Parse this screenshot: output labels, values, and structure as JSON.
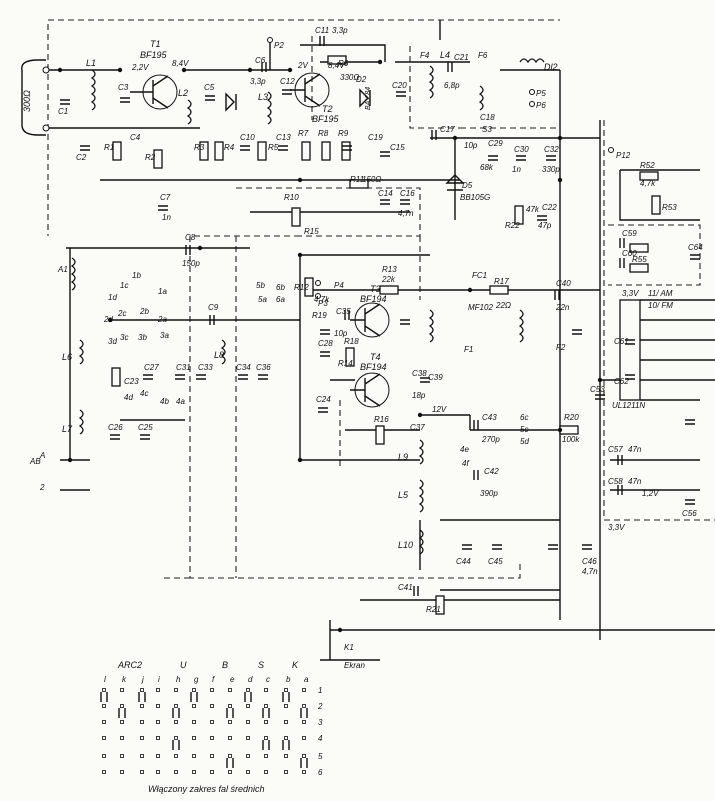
{
  "components": [
    {
      "id": "connector_300",
      "text": "300Ω"
    },
    {
      "id": "T1",
      "text": "T1"
    },
    {
      "id": "T1_type",
      "text": "BF195"
    },
    {
      "id": "T2",
      "text": "T2"
    },
    {
      "id": "T2_type",
      "text": "BF195"
    },
    {
      "id": "T3",
      "text": "T3"
    },
    {
      "id": "T3_type",
      "text": "BF194"
    },
    {
      "id": "T4",
      "text": "T4"
    },
    {
      "id": "T4_type",
      "text": "BF194"
    },
    {
      "id": "L1",
      "text": "L1"
    },
    {
      "id": "L2",
      "text": "L2"
    },
    {
      "id": "L3",
      "text": "L3"
    },
    {
      "id": "L4",
      "text": "L4"
    },
    {
      "id": "L5",
      "text": "L5"
    },
    {
      "id": "L6",
      "text": "L6"
    },
    {
      "id": "L7",
      "text": "L7"
    },
    {
      "id": "L8",
      "text": "L8"
    },
    {
      "id": "L9",
      "text": "L9"
    },
    {
      "id": "L10",
      "text": "L10"
    },
    {
      "id": "Dl2",
      "text": "Dl2"
    },
    {
      "id": "C11",
      "text": "C11"
    },
    {
      "id": "C11_val",
      "text": "3,3p"
    },
    {
      "id": "v24a",
      "text": "2,2V"
    },
    {
      "id": "v84a",
      "text": "8,4V"
    },
    {
      "id": "v2",
      "text": "2V"
    },
    {
      "id": "v84b",
      "text": "8,4V"
    },
    {
      "id": "P2",
      "text": "P2"
    },
    {
      "id": "R6",
      "text": "R6"
    },
    {
      "id": "R6_val",
      "text": "330Ω"
    },
    {
      "id": "D2",
      "text": "D2"
    },
    {
      "id": "BAY",
      "text": "BAY 84"
    },
    {
      "id": "C6",
      "text": "C6"
    },
    {
      "id": "C6_val",
      "text": "3,3p"
    },
    {
      "id": "C21",
      "text": "C21"
    },
    {
      "id": "C21_val",
      "text": "6,8p"
    },
    {
      "id": "F6",
      "text": "F6"
    },
    {
      "id": "F4",
      "text": "F4"
    },
    {
      "id": "P5",
      "text": "P5"
    },
    {
      "id": "P6",
      "text": "P6"
    },
    {
      "id": "C17",
      "text": "C17"
    },
    {
      "id": "C17_val",
      "text": "10p"
    },
    {
      "id": "C29",
      "text": "C29"
    },
    {
      "id": "C30",
      "text": "C30"
    },
    {
      "id": "C32",
      "text": "C32"
    },
    {
      "id": "v68k",
      "text": "68k"
    },
    {
      "id": "v1n",
      "text": "1n"
    },
    {
      "id": "v330a",
      "text": "330p"
    },
    {
      "id": "S3",
      "text": "S3"
    },
    {
      "id": "R11",
      "text": "R11"
    },
    {
      "id": "R11_val",
      "text": "150Ω"
    },
    {
      "id": "D5",
      "text": "D5"
    },
    {
      "id": "BB105",
      "text": "BB105G"
    },
    {
      "id": "R22",
      "text": "R22"
    },
    {
      "id": "v47a",
      "text": "47k"
    },
    {
      "id": "v47p",
      "text": "47p"
    },
    {
      "id": "R1",
      "text": "R1"
    },
    {
      "id": "R2",
      "text": "R2"
    },
    {
      "id": "R3",
      "text": "R3"
    },
    {
      "id": "R4",
      "text": "R4"
    },
    {
      "id": "R5",
      "text": "R5"
    },
    {
      "id": "C1",
      "text": "C1"
    },
    {
      "id": "C2",
      "text": "C2"
    },
    {
      "id": "C3",
      "text": "C3"
    },
    {
      "id": "C4",
      "text": "C4"
    },
    {
      "id": "C5",
      "text": "C5"
    },
    {
      "id": "C7",
      "text": "C7"
    },
    {
      "id": "C7_val",
      "text": "1n"
    },
    {
      "id": "C14",
      "text": "C14"
    },
    {
      "id": "C15",
      "text": "C15"
    },
    {
      "id": "C16",
      "text": "C16"
    },
    {
      "id": "C16_val",
      "text": "4,7n"
    },
    {
      "id": "C10",
      "text": "C10"
    },
    {
      "id": "C13",
      "text": "C13"
    },
    {
      "id": "R7",
      "text": "R7"
    },
    {
      "id": "R8",
      "text": "R8"
    },
    {
      "id": "R9",
      "text": "R9"
    },
    {
      "id": "R10",
      "text": "R10"
    },
    {
      "id": "R15",
      "text": "R15"
    },
    {
      "id": "C8",
      "text": "C8"
    },
    {
      "id": "C8_val",
      "text": "150p"
    },
    {
      "id": "A1",
      "text": "A1"
    },
    {
      "id": "R12",
      "text": "R12"
    },
    {
      "id": "R12_val",
      "text": "4,7k"
    },
    {
      "id": "R13",
      "text": "R13"
    },
    {
      "id": "R13_val",
      "text": "22k"
    },
    {
      "id": "P4",
      "text": "P4"
    },
    {
      "id": "P3",
      "text": "P3"
    },
    {
      "id": "C35",
      "text": "C35"
    },
    {
      "id": "C35_val",
      "text": "10p"
    },
    {
      "id": "FC1",
      "text": "FC1"
    },
    {
      "id": "FC1_type",
      "text": "MF102"
    },
    {
      "id": "R17",
      "text": "R17"
    },
    {
      "id": "R17_val",
      "text": "22Ω"
    },
    {
      "id": "C40",
      "text": "C40"
    },
    {
      "id": "C40_val",
      "text": "22n"
    },
    {
      "id": "F1",
      "text": "F1"
    },
    {
      "id": "F2",
      "text": "F2"
    },
    {
      "id": "C38",
      "text": "C38"
    },
    {
      "id": "C38_val",
      "text": "18p"
    },
    {
      "id": "v12",
      "text": "12V"
    },
    {
      "id": "C43",
      "text": "C43"
    },
    {
      "id": "C43_val",
      "text": "270p"
    },
    {
      "id": "C42",
      "text": "C42"
    },
    {
      "id": "C42_val",
      "text": "390p"
    },
    {
      "id": "R20",
      "text": "R20"
    },
    {
      "id": "R20_val",
      "text": "100k"
    },
    {
      "id": "C44",
      "text": "C44"
    },
    {
      "id": "C45",
      "text": "C45"
    },
    {
      "id": "C46",
      "text": "C46"
    },
    {
      "id": "C46_val",
      "text": "4,7n"
    },
    {
      "id": "R21",
      "text": "R21"
    },
    {
      "id": "C57",
      "text": "C57"
    },
    {
      "id": "C58",
      "text": "C58"
    },
    {
      "id": "C57_val",
      "text": "47n"
    },
    {
      "id": "C58_val",
      "text": "47n"
    },
    {
      "id": "C59",
      "text": "C59"
    },
    {
      "id": "C60",
      "text": "C60"
    },
    {
      "id": "C61",
      "text": "C61"
    },
    {
      "id": "C62",
      "text": "C62"
    },
    {
      "id": "C64",
      "text": "C64"
    },
    {
      "id": "C56",
      "text": "C56"
    },
    {
      "id": "C53",
      "text": "C53"
    },
    {
      "id": "R52",
      "text": "R52"
    },
    {
      "id": "R53",
      "text": "R53"
    },
    {
      "id": "R55",
      "text": "R55"
    },
    {
      "id": "P12",
      "text": "P12"
    },
    {
      "id": "v47k2",
      "text": "4,7k"
    },
    {
      "id": "ic_label",
      "text": "UL1211N"
    },
    {
      "id": "ic_pin",
      "text": "11/ AM"
    },
    {
      "id": "ic_pin2",
      "text": "10/ FM"
    },
    {
      "id": "v33",
      "text": "3,3V"
    },
    {
      "id": "v33b",
      "text": "3,3V"
    },
    {
      "id": "v12b",
      "text": "1,2V"
    },
    {
      "id": "K1",
      "text": "K1"
    },
    {
      "id": "ekran",
      "text": "Ekran"
    },
    {
      "id": "sw_ab",
      "text": "AB"
    },
    {
      "id": "sw_a_label",
      "text": "A"
    },
    {
      "id": "sw_2",
      "text": "2"
    },
    {
      "id": "R19",
      "text": "R19"
    },
    {
      "id": "R14",
      "text": "R14"
    },
    {
      "id": "C36",
      "text": "C36"
    },
    {
      "id": "C37",
      "text": "C37"
    },
    {
      "id": "C41",
      "text": "C41"
    },
    {
      "id": "C39",
      "text": "C39"
    },
    {
      "id": "C34",
      "text": "C34"
    },
    {
      "id": "C33",
      "text": "C33"
    },
    {
      "id": "C31",
      "text": "C31"
    },
    {
      "id": "C28",
      "text": "C28"
    },
    {
      "id": "C27",
      "text": "C27"
    },
    {
      "id": "C26",
      "text": "C26"
    },
    {
      "id": "C25",
      "text": "C25"
    },
    {
      "id": "C24",
      "text": "C24"
    },
    {
      "id": "C23",
      "text": "C23"
    },
    {
      "id": "C22",
      "text": "C22"
    },
    {
      "id": "C20",
      "text": "C20"
    },
    {
      "id": "C19",
      "text": "C19"
    },
    {
      "id": "C18",
      "text": "C18"
    },
    {
      "id": "C12",
      "text": "C12"
    },
    {
      "id": "C9",
      "text": "C9"
    },
    {
      "id": "R18",
      "text": "R18"
    },
    {
      "id": "R16",
      "text": "R16"
    }
  ],
  "switch_bank": {
    "headers": [
      "ARC2",
      "U",
      "B",
      "S",
      "K"
    ],
    "columns": [
      "l",
      "k",
      "j",
      "i",
      "h",
      "g",
      "f",
      "e",
      "d",
      "c",
      "b",
      "a"
    ],
    "rows": [
      "1",
      "2",
      "3",
      "4",
      "5",
      "6"
    ],
    "caption": "Włączony zakres fal średnich"
  },
  "contacts": [
    "1d",
    "1c",
    "1b",
    "1a",
    "2d",
    "2c",
    "2b",
    "2a",
    "3d",
    "3c",
    "3b",
    "3a",
    "4d",
    "4c",
    "4b",
    "4a",
    "5b",
    "5a",
    "6b",
    "6a",
    "6c",
    "5c",
    "5d",
    "4e",
    "4f"
  ]
}
